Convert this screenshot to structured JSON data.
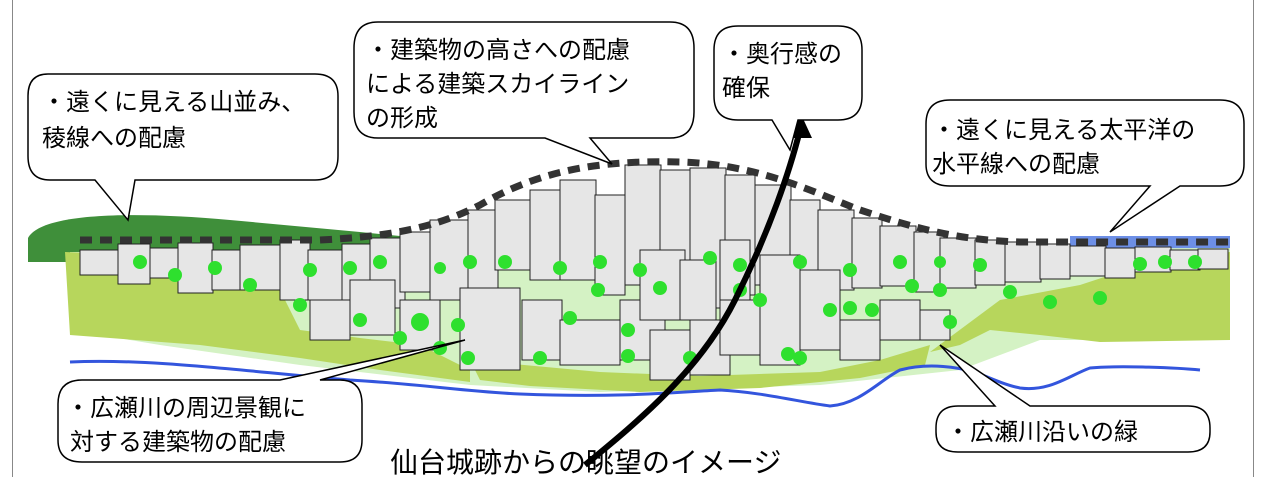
{
  "colors": {
    "mountain": "#3f8f3a",
    "ocean": "#6d8fe6",
    "greenery": "#b7d65c",
    "light_green": "#d4f2c4",
    "building_fill": "#e6e6e6",
    "tree": "#2ee02e",
    "river": "#3355dd",
    "skyline_dashes": "#333333"
  },
  "callouts": {
    "mountains": {
      "line1": "・遠くに見える山並み、",
      "line2": "稜線への配慮"
    },
    "height": {
      "line1": "・建築物の高さへの配慮",
      "line2": "による建築スカイライン",
      "line3": "の形成"
    },
    "depth": {
      "line1": "・奥行感の",
      "line2": "確保"
    },
    "ocean": {
      "line1": "・遠くに見える太平洋の",
      "line2": "水平線への配慮"
    },
    "river_view": {
      "line1": "・広瀬川の周辺景観に",
      "line2": "対する建築物の配慮"
    },
    "river_green": {
      "line1": "・広瀬川沿いの緑"
    }
  },
  "caption": "仙台城跡からの眺望のイメージ",
  "icons": {
    "view_arrow": "arrow-up-icon"
  }
}
